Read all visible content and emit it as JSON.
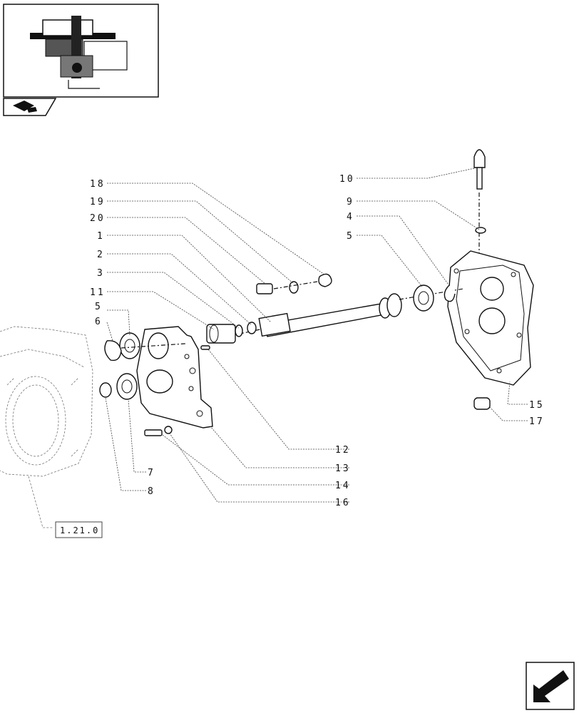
{
  "thumbnail": {
    "icon": "exploded-assembly-thumbnail",
    "nav_icon": "section-flag-icon"
  },
  "callouts": [
    {
      "id": "c18",
      "label": "18"
    },
    {
      "id": "c19",
      "label": "19"
    },
    {
      "id": "c20",
      "label": "20"
    },
    {
      "id": "c1",
      "label": "1"
    },
    {
      "id": "c2",
      "label": "2"
    },
    {
      "id": "c3",
      "label": "3"
    },
    {
      "id": "c11",
      "label": "11"
    },
    {
      "id": "c5a",
      "label": "5"
    },
    {
      "id": "c6",
      "label": "6"
    },
    {
      "id": "c10",
      "label": "10"
    },
    {
      "id": "c9",
      "label": "9"
    },
    {
      "id": "c4",
      "label": "4"
    },
    {
      "id": "c5b",
      "label": "5"
    },
    {
      "id": "c15",
      "label": "15"
    },
    {
      "id": "c17",
      "label": "17"
    },
    {
      "id": "c12",
      "label": "12"
    },
    {
      "id": "c13",
      "label": "13"
    },
    {
      "id": "c14",
      "label": "14"
    },
    {
      "id": "c16",
      "label": "16"
    },
    {
      "id": "c7",
      "label": "7"
    },
    {
      "id": "c8",
      "label": "8"
    }
  ],
  "reference": {
    "label": "1.21.0"
  },
  "nav": {
    "icon": "next-page-arrow-icon"
  }
}
